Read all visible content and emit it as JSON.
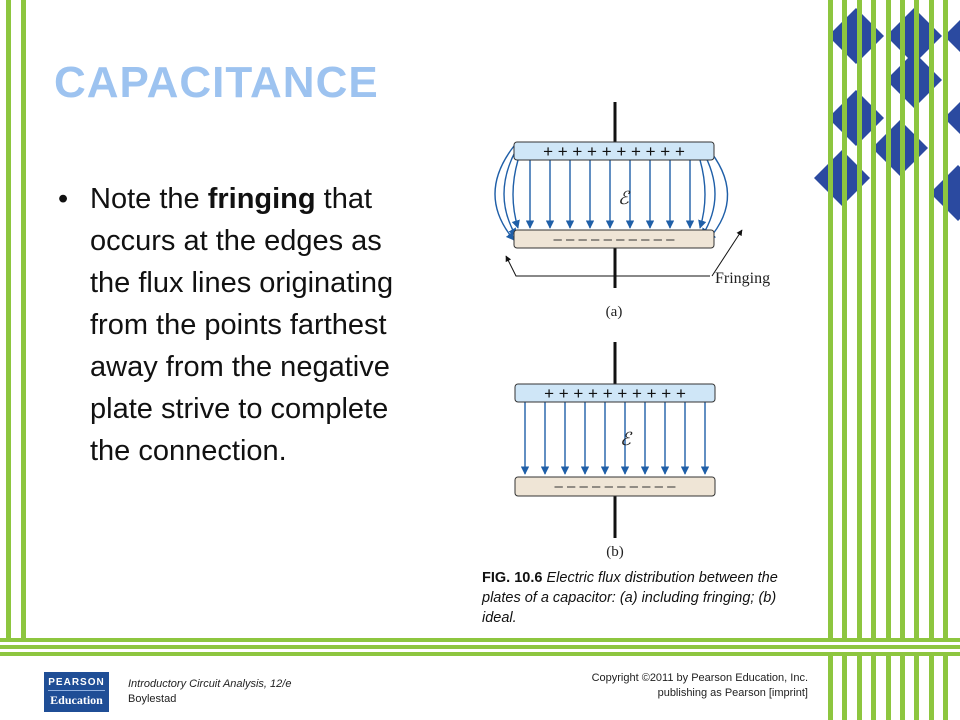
{
  "slide": {
    "title": "CAPACITANCE",
    "bullet": {
      "symbol": "•",
      "text_before": "Note the ",
      "emphasis": "fringing",
      "text_after": " that occurs at the edges as the flux lines originating from the points farthest away from the negative plate strive to complete the connection."
    }
  },
  "figure": {
    "plate_a_positive": "+ + + + + + + + + +",
    "plate_a_negative": "– – – – – – – – – –",
    "field_symbol_a": "ℰ",
    "fringing_label": "Fringing",
    "label_a": "(a)",
    "plate_b_positive": "+ + + + + + + + + +",
    "plate_b_negative": "– – – – – – – – – –",
    "field_symbol_b": "ℰ",
    "label_b": "(b)",
    "caption_number": "FIG. 10.6",
    "caption_text": " Electric flux distribution between the plates of a capacitor: (a) including fringing; (b) ideal."
  },
  "footer": {
    "logo_top": "PEARSON",
    "logo_bottom": "Education",
    "book_title": "Introductory Circuit Analysis, 12/e",
    "book_author": "Boylestad",
    "copyright_line1": "Copyright ©2011 by Pearson Education, Inc.",
    "copyright_line2": "publishing as Pearson [imprint]"
  },
  "colors": {
    "title": "#9dc3f0",
    "accent_green": "#8dc63f",
    "accent_blue": "#2b4aa0",
    "plate_positive": "#cfe6f7",
    "plate_negative": "#efe5d6",
    "flux_lines": "#1f5fa8"
  }
}
